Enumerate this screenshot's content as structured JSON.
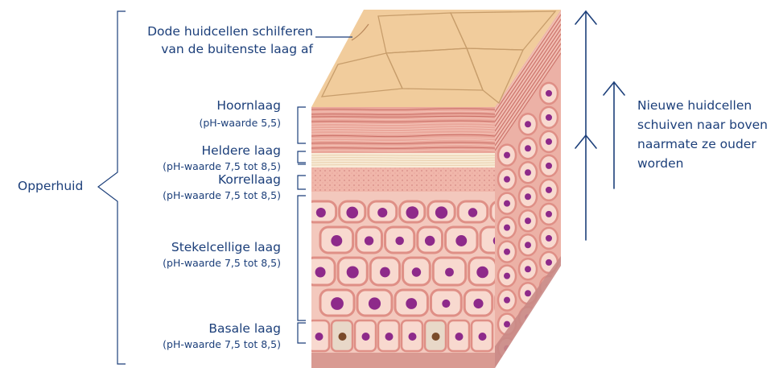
{
  "caption": {
    "line1": "Dode huidcellen schilferen",
    "line2": "van de buitenste laag af"
  },
  "group_label": "Opperhuid",
  "layers": [
    {
      "name": "Hoornlaag",
      "ph": "(pH-waarde 5,5)"
    },
    {
      "name": "Heldere laag",
      "ph": "(pH-waarde 7,5 tot 8,5)"
    },
    {
      "name": "Korrellaag",
      "ph": "(pH-waarde 7,5 tot 8,5)"
    },
    {
      "name": "Stekelcellige laag",
      "ph": "(pH-waarde 7,5 tot 8,5)"
    },
    {
      "name": "Basale laag",
      "ph": "(pH-waarde 7,5 tot 8,5)"
    }
  ],
  "arrow_note": {
    "line1": "Nieuwe huidcellen",
    "line2": "schuiven naar boven",
    "line3": "naarmate ze ouder",
    "line4": "worden"
  },
  "colors": {
    "text": "#1c3f7a",
    "stratum_corneum": "#f2cfa0",
    "cell_fill": "#f8d9cf",
    "cell_wall": "#df8f86",
    "nucleus": "#8e2a8a",
    "basal_nucleus": "#7a4a2a"
  }
}
